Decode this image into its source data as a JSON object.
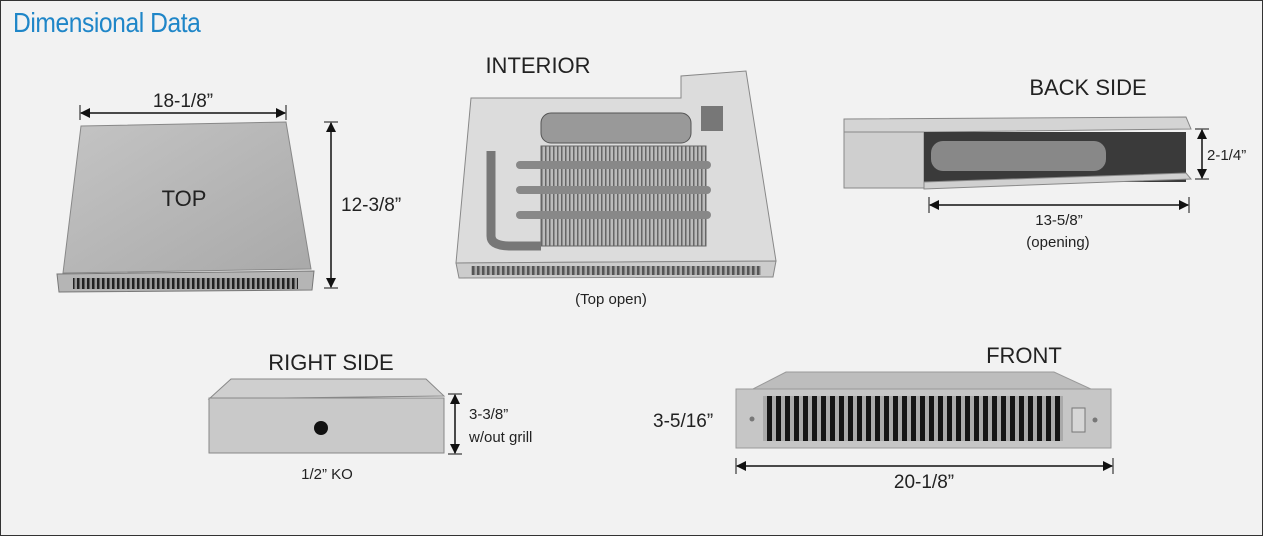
{
  "title": "Dimensional Data",
  "views": {
    "top": {
      "label": "TOP",
      "width": "18-1/8”",
      "depth": "12-3/8”"
    },
    "interior": {
      "label": "INTERIOR",
      "caption": "(Top open)"
    },
    "back_side": {
      "label": "BACK SIDE",
      "height": "2-1/4”",
      "opening_width": "13-5/8”",
      "opening_note": "(opening)"
    },
    "right_side": {
      "label": "RIGHT SIDE",
      "height": "3-3/8”",
      "height_note": "w/out grill",
      "knockout": "1/2” KO"
    },
    "front": {
      "label": "FRONT",
      "height": "3-5/16”",
      "width": "20-1/8”"
    }
  },
  "colors": {
    "title": "#1f86c8",
    "background": "#f2f2f2"
  }
}
